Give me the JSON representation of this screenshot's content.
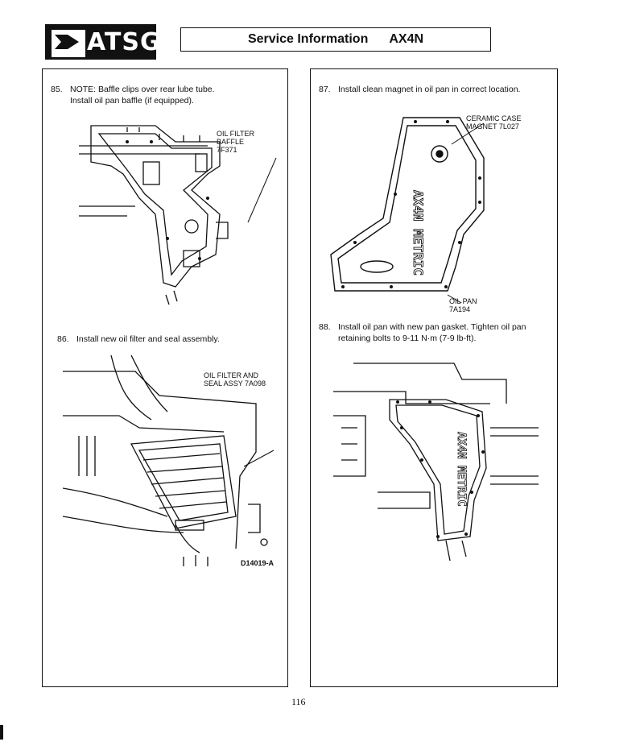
{
  "header": {
    "logo_text": "ATSG",
    "title": "Service Information",
    "model": "AX4N"
  },
  "steps": {
    "s85": {
      "num": "85.",
      "line1": "NOTE: Baffle clips over rear lube tube.",
      "line2": "Install oil pan baffle (if equipped)."
    },
    "s86": {
      "num": "86.",
      "line1": "Install new oil filter and seal assembly."
    },
    "s87": {
      "num": "87.",
      "line1": "Install clean magnet in oil pan in correct location."
    },
    "s88": {
      "num": "88.",
      "line1": "Install oil pan with new pan gasket. Tighten oil pan",
      "line2": "retaining bolts to 9-11 N·m (7-9 lb-ft)."
    }
  },
  "callouts": {
    "baffle": [
      "OIL FILTER",
      "BAFFLE",
      "7F371"
    ],
    "filter": [
      "OIL FILTER AND",
      "SEAL ASSY 7A098"
    ],
    "figure_id": "D14019-A",
    "magnet": [
      "CERAMIC CASE",
      "MAGNET 7L027"
    ],
    "oil_pan": [
      "OIL PAN",
      "7A194"
    ],
    "pan_text_1": "AX4N METRIC",
    "pan_text_2": "AX4N METRIC"
  },
  "footer": {
    "page_number": "116"
  }
}
